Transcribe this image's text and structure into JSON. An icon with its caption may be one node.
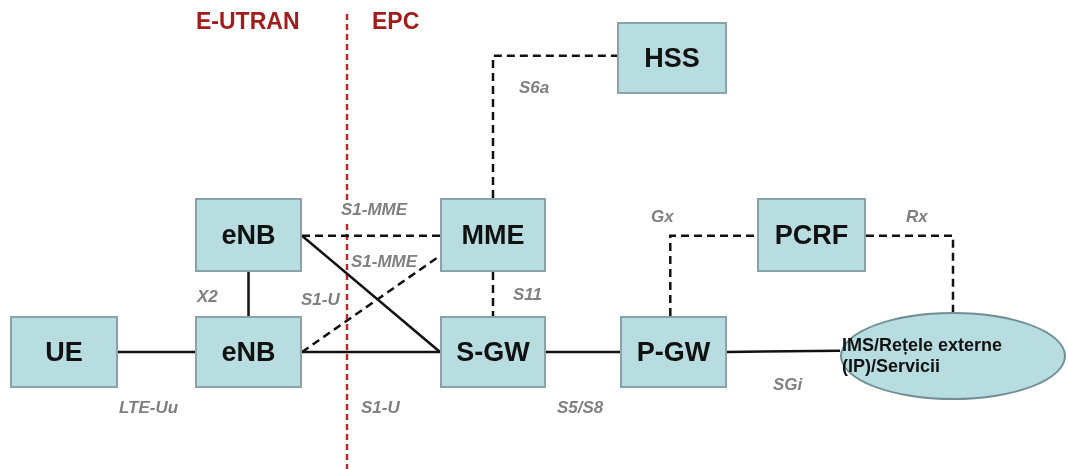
{
  "diagram": {
    "nodes": [
      {
        "text": [
          "HSS"
        ]
      },
      {
        "text": [
          "eNB"
        ]
      },
      {
        "text": [
          "MME"
        ]
      },
      {
        "text": [
          "PCRF"
        ]
      },
      {
        "text": [
          "UE"
        ]
      },
      {
        "text": [
          "eNB"
        ]
      },
      {
        "text": [
          "S-GW"
        ]
      },
      {
        "text": [
          "P-GW"
        ]
      },
      {
        "text": [
          "IMS/Rețele externe (IP)/Servicii"
        ]
      }
    ],
    "edges": [
      {
        "from": 2,
        "to": 0,
        "arrow": "none",
        "label": "S6a",
        "style": "dashed"
      },
      {
        "from": 1,
        "to": 2,
        "arrow": "none",
        "label": "S1-MME",
        "style": "dashed"
      },
      {
        "from": 5,
        "to": 2,
        "arrow": "none",
        "label": "S1-MME",
        "style": "dashed"
      },
      {
        "from": 1,
        "to": 6,
        "arrow": "none",
        "label": "S1-U"
      },
      {
        "from": 1,
        "to": 5,
        "arrow": "none",
        "label": "X2"
      },
      {
        "from": 4,
        "to": 5,
        "arrow": "none",
        "label": "LTE-Uu"
      },
      {
        "from": 5,
        "to": 6,
        "arrow": "none",
        "label": "S1-U"
      },
      {
        "from": 2,
        "to": 6,
        "arrow": "none",
        "label": "S11",
        "style": "dashed"
      },
      {
        "from": 6,
        "to": 7,
        "arrow": "none",
        "label": "S5/S8"
      },
      {
        "from": 7,
        "to": 3,
        "arrow": "none",
        "label": "Gx",
        "style": "dashed"
      },
      {
        "from": 3,
        "to": 8,
        "arrow": "none",
        "label": "Rx",
        "style": "dashed"
      },
      {
        "from": 7,
        "to": 8,
        "arrow": "none",
        "label": "SGi"
      }
    ],
    "labels": [
      "E-UTRAN",
      "EPC"
    ]
  }
}
